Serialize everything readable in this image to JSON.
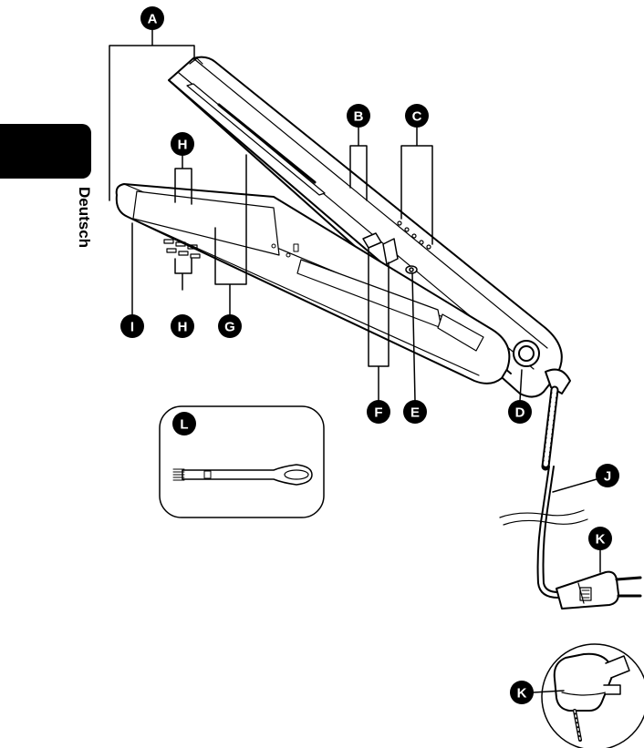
{
  "language_tab": {
    "text": "Deutsch",
    "color": "#000000"
  },
  "callouts": {
    "A": "A",
    "B": "B",
    "C": "C",
    "D": "D",
    "E": "E",
    "F": "F",
    "G": "G",
    "H_top": "H",
    "H_bottom": "H",
    "I": "I",
    "J": "J",
    "K_euro": "K",
    "K_uk": "K",
    "L": "L"
  },
  "colors": {
    "line": "#000000",
    "background": "#ffffff",
    "badge": "#000000",
    "badge_text": "#ffffff"
  }
}
